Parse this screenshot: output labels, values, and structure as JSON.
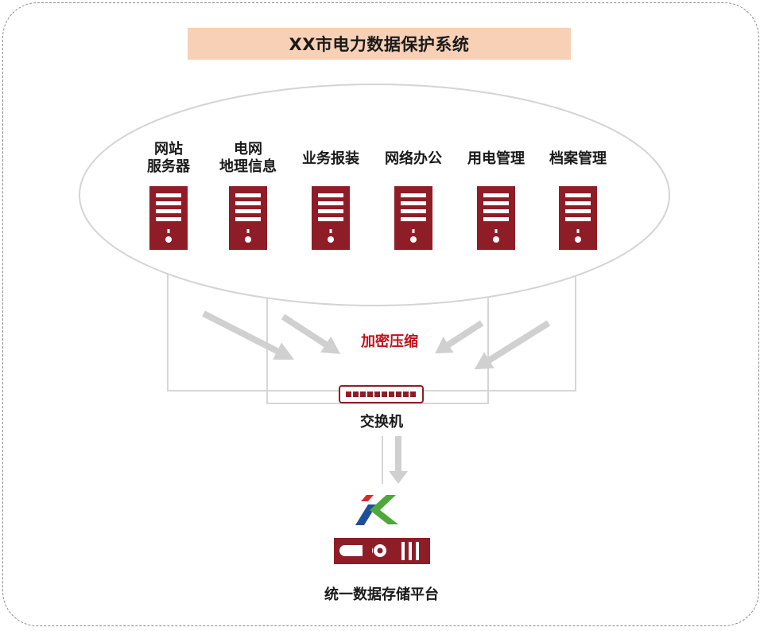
{
  "title": "XX市电力数据保护系统",
  "systems": [
    {
      "line1": "网站",
      "line2": "服务器"
    },
    {
      "line1": "电网",
      "line2": "地理信息"
    },
    {
      "line1": "业务报装",
      "line2": ""
    },
    {
      "line1": "网络办公",
      "line2": ""
    },
    {
      "line1": "用电管理",
      "line2": ""
    },
    {
      "line1": "档案管理",
      "line2": ""
    }
  ],
  "process_label": "加密压缩",
  "switch_label": "交换机",
  "storage_label": "统一数据存储平台",
  "colors": {
    "server": "#8f1d27",
    "title_bg": "#f8d0b5",
    "process_text": "#c0141c",
    "arrow": "#d0d0d0",
    "line": "#d6d6d6",
    "logo_blue": "#1e4e9a",
    "logo_green": "#4ea83a",
    "logo_red": "#d62b2b"
  }
}
